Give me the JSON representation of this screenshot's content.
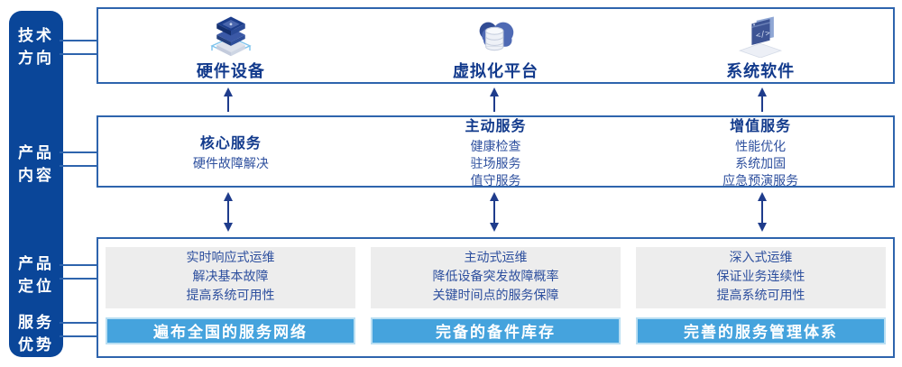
{
  "colors": {
    "sidebar_bg": "#0a4699",
    "box_border": "#2e64ad",
    "connector": "#2e64ad",
    "heading_text": "#123a8c",
    "body_text": "#2d4f9e",
    "arrow": "#1f3c8c",
    "panel_bg": "#ededed",
    "banner_bg": "#45a3dd",
    "banner_border": "#b9def2",
    "banner_text": "#ffffff"
  },
  "sidebar": {
    "items": [
      {
        "lines": [
          "技术",
          "方向"
        ]
      },
      {
        "lines": [
          "产品",
          "内容"
        ]
      },
      {
        "lines": [
          "产品",
          "定位"
        ]
      },
      {
        "lines": [
          "服务",
          "优势"
        ]
      }
    ]
  },
  "tech_row": {
    "items": [
      {
        "icon": "server-stack-icon",
        "label": "硬件设备"
      },
      {
        "icon": "cloud-platform-icon",
        "label": "虚拟化平台"
      },
      {
        "icon": "software-window-icon",
        "label": "系统软件"
      }
    ]
  },
  "content_row": {
    "columns": [
      {
        "title": "核心服务",
        "items": [
          "硬件故障解决"
        ]
      },
      {
        "title": "主动服务",
        "items": [
          "健康检查",
          "驻场服务",
          "值守服务"
        ]
      },
      {
        "title": "增值服务",
        "items": [
          "性能优化",
          "系统加固",
          "应急预演服务"
        ]
      }
    ]
  },
  "position_row": {
    "columns": [
      {
        "lines": [
          "实时响应式运维",
          "解决基本故障",
          "提高系统可用性"
        ],
        "banner": "遍布全国的服务网络"
      },
      {
        "lines": [
          "主动式运维",
          "降低设备突发故障概率",
          "关键时间点的服务保障"
        ],
        "banner": "完备的备件库存"
      },
      {
        "lines": [
          "深入式运维",
          "保证业务连续性",
          "提高系统可用性"
        ],
        "banner": "完善的服务管理体系"
      }
    ]
  }
}
